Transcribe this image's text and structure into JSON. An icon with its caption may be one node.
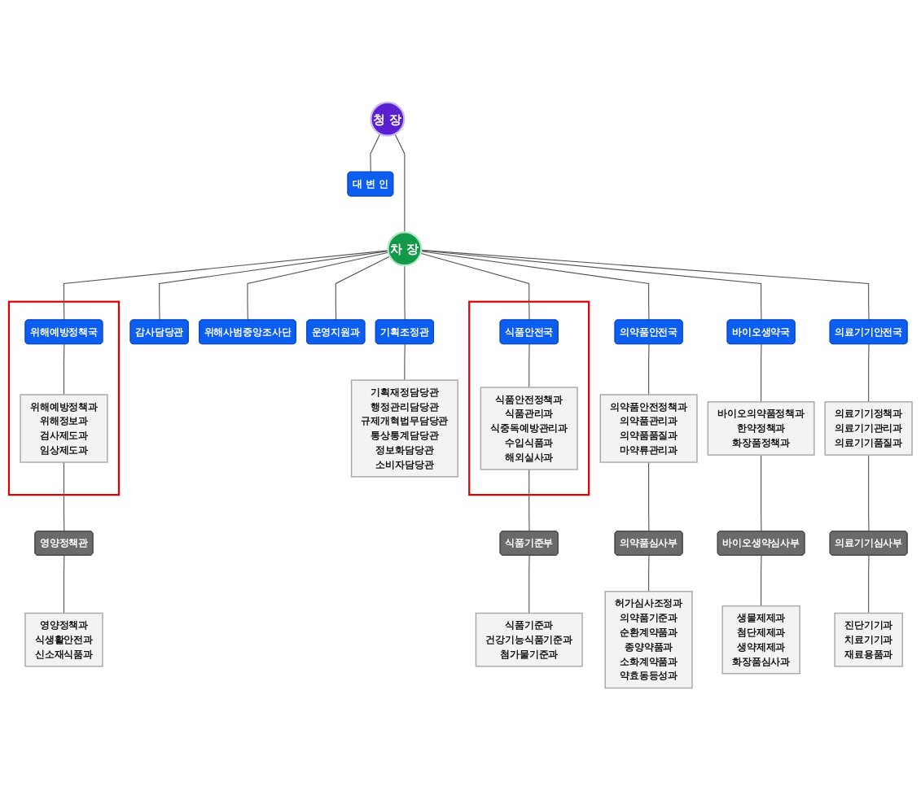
{
  "diagram": {
    "nodes": [
      {
        "text": [
          "청 장"
        ]
      },
      {
        "text": [
          "대 변 인"
        ]
      },
      {
        "text": [
          "차 장"
        ]
      },
      {
        "text": [
          "감사담당관"
        ]
      },
      {
        "text": [
          "위해사범중앙조사단"
        ]
      },
      {
        "text": [
          "운영지원과"
        ]
      },
      {
        "text": [
          "기획조정관"
        ]
      },
      {
        "text": [
          "기획재정담당관",
          "행정관리담당관",
          "규제개혁법무담당관",
          "통상통계담당관",
          "정보화담당관",
          "소비자담당관"
        ]
      },
      {
        "text": [],
        "shape": "box"
      },
      {
        "text": [
          "위해예방정책국"
        ],
        "in": 8
      },
      {
        "text": [
          "위해예방정책과",
          "위해정보과",
          "검사제도과",
          "임상제도과"
        ],
        "in": 8
      },
      {
        "text": [
          "영양정책관"
        ]
      },
      {
        "text": [
          "영양정책과",
          "식생활안전과",
          "신소재식품과"
        ]
      },
      {
        "text": [],
        "shape": "box"
      },
      {
        "text": [
          "식품안전국"
        ],
        "in": 13
      },
      {
        "text": [
          "식품안전정책과",
          "식품관리과",
          "식중독예방관리과",
          "수입식품과",
          "해외실사과"
        ],
        "in": 13
      },
      {
        "text": [
          "식품기준부"
        ]
      },
      {
        "text": [
          "식품기준과",
          "건강기능식품기준과",
          "첨가물기준과"
        ]
      },
      {
        "text": [
          "의약품안전국"
        ]
      },
      {
        "text": [
          "의약품안전정책과",
          "의약품관리과",
          "의약품품질과",
          "마약류관리과"
        ]
      },
      {
        "text": [
          "의약품심사부"
        ]
      },
      {
        "text": [
          "허가심사조정과",
          "의약품기준과",
          "순환계약품과",
          "종양약품과",
          "소화계약품과",
          "약효동등성과"
        ]
      },
      {
        "text": [
          "바이오생약국"
        ]
      },
      {
        "text": [
          "바이오의약품정책과",
          "한약정책과",
          "화장품정책과"
        ]
      },
      {
        "text": [
          "바이오생약심사부"
        ]
      },
      {
        "text": [
          "생물제제과",
          "첨단제제과",
          "생약제제과",
          "화장품심사과"
        ]
      },
      {
        "text": [
          "의료기기안전국"
        ]
      },
      {
        "text": [
          "의료기기정책과",
          "의료기기관리과",
          "의료기기품질과"
        ]
      },
      {
        "text": [
          "의료기기심사부"
        ]
      },
      {
        "text": [
          "진단기기과",
          "치료기기과",
          "재료용품과"
        ]
      }
    ],
    "edges": [
      {
        "from": 0,
        "to": 2,
        "arrow": "none"
      },
      {
        "from": 0,
        "to": 1,
        "arrow": "none"
      },
      {
        "from": 2,
        "to": 3,
        "arrow": "none"
      },
      {
        "from": 2,
        "to": 4,
        "arrow": "none"
      },
      {
        "from": 2,
        "to": 5,
        "arrow": "none"
      },
      {
        "from": 2,
        "to": 6,
        "arrow": "none"
      },
      {
        "from": 2,
        "to": 9,
        "arrow": "none"
      },
      {
        "from": 2,
        "to": 14,
        "arrow": "none"
      },
      {
        "from": 2,
        "to": 18,
        "arrow": "none"
      },
      {
        "from": 2,
        "to": 22,
        "arrow": "none"
      },
      {
        "from": 2,
        "to": 26,
        "arrow": "none"
      },
      {
        "from": 6,
        "to": 7,
        "arrow": "none"
      },
      {
        "from": 9,
        "to": 10,
        "arrow": "none"
      },
      {
        "from": 10,
        "to": 11,
        "arrow": "none"
      },
      {
        "from": 11,
        "to": 12,
        "arrow": "none"
      },
      {
        "from": 14,
        "to": 15,
        "arrow": "none"
      },
      {
        "from": 15,
        "to": 16,
        "arrow": "none"
      },
      {
        "from": 16,
        "to": 17,
        "arrow": "none"
      },
      {
        "from": 18,
        "to": 19,
        "arrow": "none"
      },
      {
        "from": 19,
        "to": 20,
        "arrow": "none"
      },
      {
        "from": 20,
        "to": 21,
        "arrow": "none"
      },
      {
        "from": 22,
        "to": 23,
        "arrow": "none"
      },
      {
        "from": 23,
        "to": 24,
        "arrow": "none"
      },
      {
        "from": 24,
        "to": 25,
        "arrow": "none"
      },
      {
        "from": 26,
        "to": 27,
        "arrow": "none"
      },
      {
        "from": 27,
        "to": 28,
        "arrow": "none"
      },
      {
        "from": 28,
        "to": 29,
        "arrow": "none"
      }
    ]
  }
}
